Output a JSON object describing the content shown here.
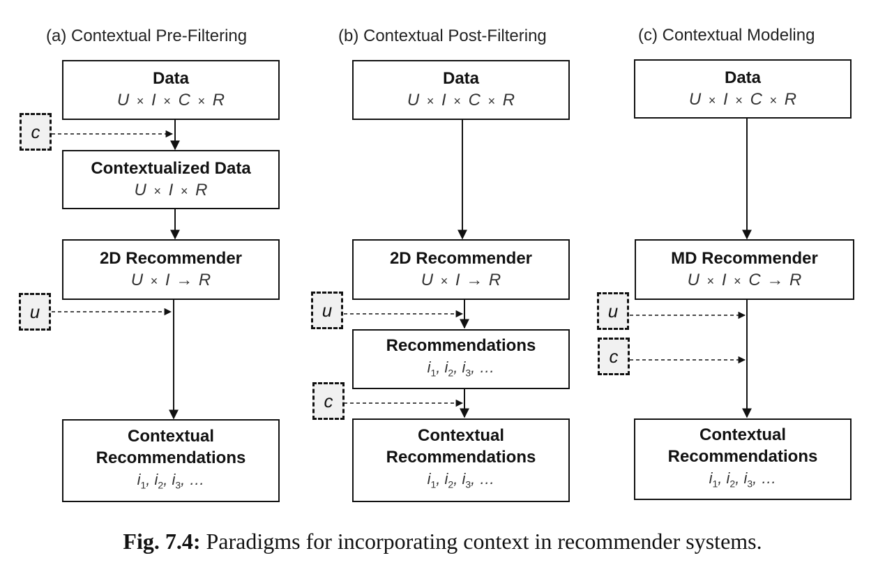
{
  "panels": {
    "a": {
      "title": "(a) Contextual Pre-Filtering",
      "data_box": {
        "title": "Data",
        "formula": "U × I × C × R"
      },
      "context_box": {
        "title": "Contextualized Data",
        "formula": "U × I × R"
      },
      "recommender_box": {
        "title": "2D Recommender",
        "formula": "U × I → R"
      },
      "output_box": {
        "title_line1": "Contextual",
        "title_line2": "Recommendations",
        "items": "i1, i2, i3, …"
      },
      "inputs": {
        "c": "c",
        "u": "u"
      }
    },
    "b": {
      "title": "(b) Contextual Post-Filtering",
      "data_box": {
        "title": "Data",
        "formula": "U × I × C × R"
      },
      "recommender_box": {
        "title": "2D Recommender",
        "formula": "U × I → R"
      },
      "recs_box": {
        "title": "Recommendations",
        "items": "i1, i2, i3, …"
      },
      "output_box": {
        "title_line1": "Contextual",
        "title_line2": "Recommendations",
        "items": "i1, i2, i3, …"
      },
      "inputs": {
        "u": "u",
        "c": "c"
      }
    },
    "c": {
      "title": "(c) Contextual Modeling",
      "data_box": {
        "title": "Data",
        "formula": "U × I × C × R"
      },
      "recommender_box": {
        "title": "MD Recommender",
        "formula": "U × I × C → R"
      },
      "output_box": {
        "title_line1": "Contextual",
        "title_line2": "Recommendations",
        "items": "i1, i2, i3, …"
      },
      "inputs": {
        "u": "u",
        "c": "c"
      }
    }
  },
  "caption": {
    "label": "Fig. 7.4:",
    "text": "Paradigms for incorporating context in recommender systems."
  }
}
